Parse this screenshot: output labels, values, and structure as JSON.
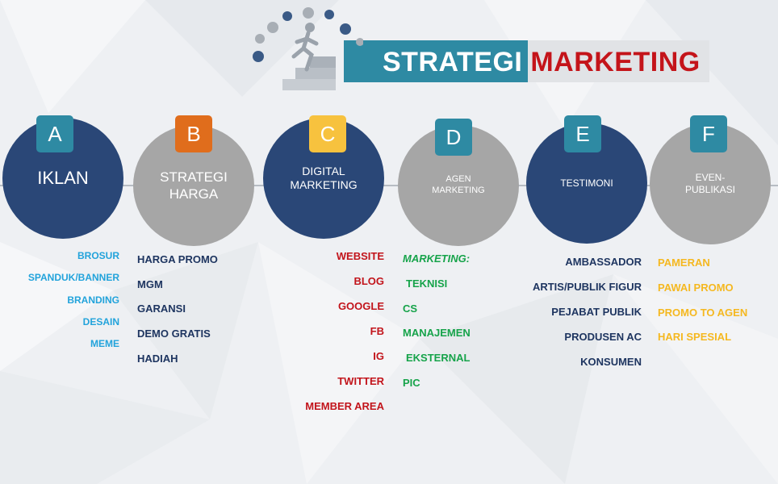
{
  "header": {
    "title_part1": "STRATEGI",
    "title_part2": "MARKETING"
  },
  "steps": [
    {
      "letter": "A",
      "title": "IKLAN"
    },
    {
      "letter": "B",
      "title": "STRATEGI\nHARGA"
    },
    {
      "letter": "C",
      "title": "DIGITAL\nMARKETING"
    },
    {
      "letter": "D",
      "title": "AGEN\nMARKETING"
    },
    {
      "letter": "E",
      "title": "TESTIMONI"
    },
    {
      "letter": "F",
      "title": "EVEN-\nPUBLIKASI"
    }
  ],
  "lists": {
    "a": [
      "BROSUR",
      "SPANDUK/BANNER",
      "BRANDING",
      "DESAIN",
      "MEME"
    ],
    "b": [
      "HARGA PROMO",
      "MGM",
      "GARANSI",
      "DEMO GRATIS",
      "HADIAH"
    ],
    "c": [
      "WEBSITE",
      "BLOG",
      "GOOGLE",
      "FB",
      "IG",
      "TWITTER",
      "MEMBER AREA"
    ],
    "d": [
      "MARKETING:",
      "TEKNISI",
      "CS",
      "MANAJEMEN",
      "EKSTERNAL",
      "PIC"
    ],
    "e": [
      "AMBASSADOR",
      "ARTIS/PUBLIK FIGUR",
      "PEJABAT PUBLIK",
      "PRODUSEN AC",
      "KONSUMEN"
    ],
    "f": [
      "PAMERAN",
      "PAWAI PROMO",
      "PROMO TO AGEN",
      "HARI SPESIAL"
    ]
  },
  "colors": {
    "navy": "#2a4777",
    "grey": "#a6a6a6",
    "teal": "#2e8aa3",
    "orange_badge": "#e06d1c",
    "yellow_badge": "#f7c23e",
    "red": "#c4141a"
  },
  "icons": [
    "runner-stairs-icon",
    "social-media-icons"
  ]
}
